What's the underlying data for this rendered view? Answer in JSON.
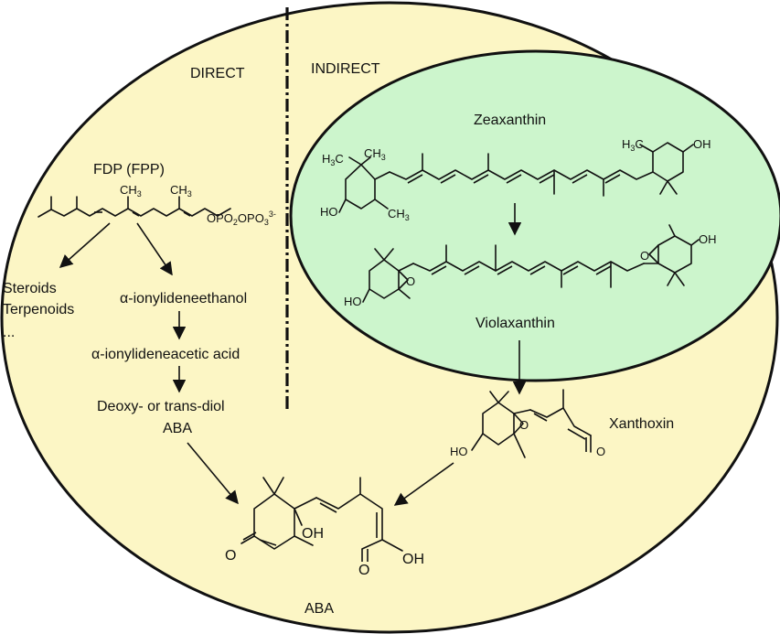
{
  "sections": {
    "direct": "DIRECT",
    "indirect": "INDIRECT"
  },
  "direct_path": {
    "fdp": "FDP (FPP)",
    "ch3": "CH",
    "ch3_sub": "3",
    "phosphate": "OPO",
    "phosphate_sub1": "2",
    "phosphate_mid": "OPO",
    "phosphate_sub2": "3",
    "phosphate_sup": "3-",
    "steroids": "Steroids",
    "terpenoids": "Terpenoids",
    "ellipsis": "...",
    "ionylideneethanol": "α-ionylideneethanol",
    "ionylideneacetic": "α-ionylideneacetic acid",
    "diol": "Deoxy- or trans-diol",
    "diol_aba": "ABA"
  },
  "indirect_path": {
    "zeaxanthin": "Zeaxanthin",
    "violaxanthin": "Violaxanthin",
    "xanthoxin": "Xanthoxin",
    "h3c": "H",
    "h3c_sub": "3",
    "h3c_c": "C",
    "ho": "HO",
    "oh": "OH",
    "o": "O"
  },
  "product": {
    "aba": "ABA",
    "oh": "OH",
    "o": "O",
    "cooh": "OH"
  },
  "colors": {
    "outer_fill": "#fcf6c5",
    "inner_fill": "#ccf5cc",
    "stroke": "#111111"
  },
  "icons": [
    "arrow-icon",
    "divider-line"
  ]
}
